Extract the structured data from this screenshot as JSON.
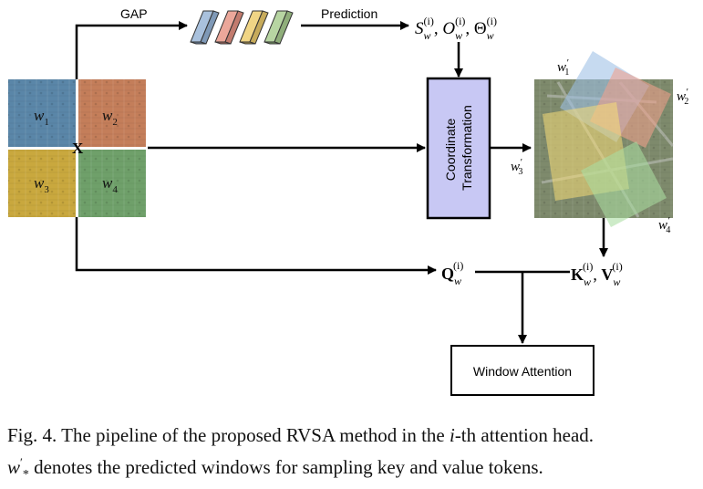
{
  "labels": {
    "gap": "GAP",
    "prediction": "Prediction",
    "x": "X",
    "coordinate_line1": "Coordinate",
    "coordinate_line2": "Transformation",
    "window_attention": "Window Attention"
  },
  "windows": {
    "w1": "w",
    "w2": "w",
    "w3": "w",
    "w4": "w",
    "subs": [
      "1",
      "2",
      "3",
      "4"
    ]
  },
  "predicted_windows": {
    "base": "w",
    "prime": "′",
    "subs": [
      "1",
      "2",
      "3",
      "4"
    ]
  },
  "params": {
    "s": "S",
    "o": "O",
    "theta": "Θ",
    "sub": "w",
    "sup": "(i)",
    "sep": ", "
  },
  "q": {
    "base": "Q",
    "sub": "w",
    "sup": "(i)"
  },
  "kv": {
    "k": "K",
    "v": "V",
    "sub": "w",
    "sup": "(i)",
    "sep": ", "
  },
  "colors": {
    "w1_tint": "#5a86a8",
    "w2_tint": "#c47e5a",
    "w3_tint": "#c9a83e",
    "w4_tint": "#6fa06a",
    "bar_blue": "#a9c1dd",
    "bar_red": "#eba79a",
    "bar_yellow": "#f0d585",
    "bar_green": "#b7d5a2",
    "coord_box": "#c8c8f4",
    "overlay_blue": "#9cc0e6",
    "overlay_red": "#f0a08c",
    "overlay_yellow": "#f6dc78",
    "overlay_green": "#a8dca0"
  },
  "caption": {
    "text1": "Fig. 4.  The pipeline of the proposed RVSA method in the ",
    "text2": "i",
    "text3": "-th attention head.",
    "text4": "w",
    "text5": " denotes the predicted windows for sampling key and value tokens.",
    "sub": "*",
    "prime": "′"
  }
}
